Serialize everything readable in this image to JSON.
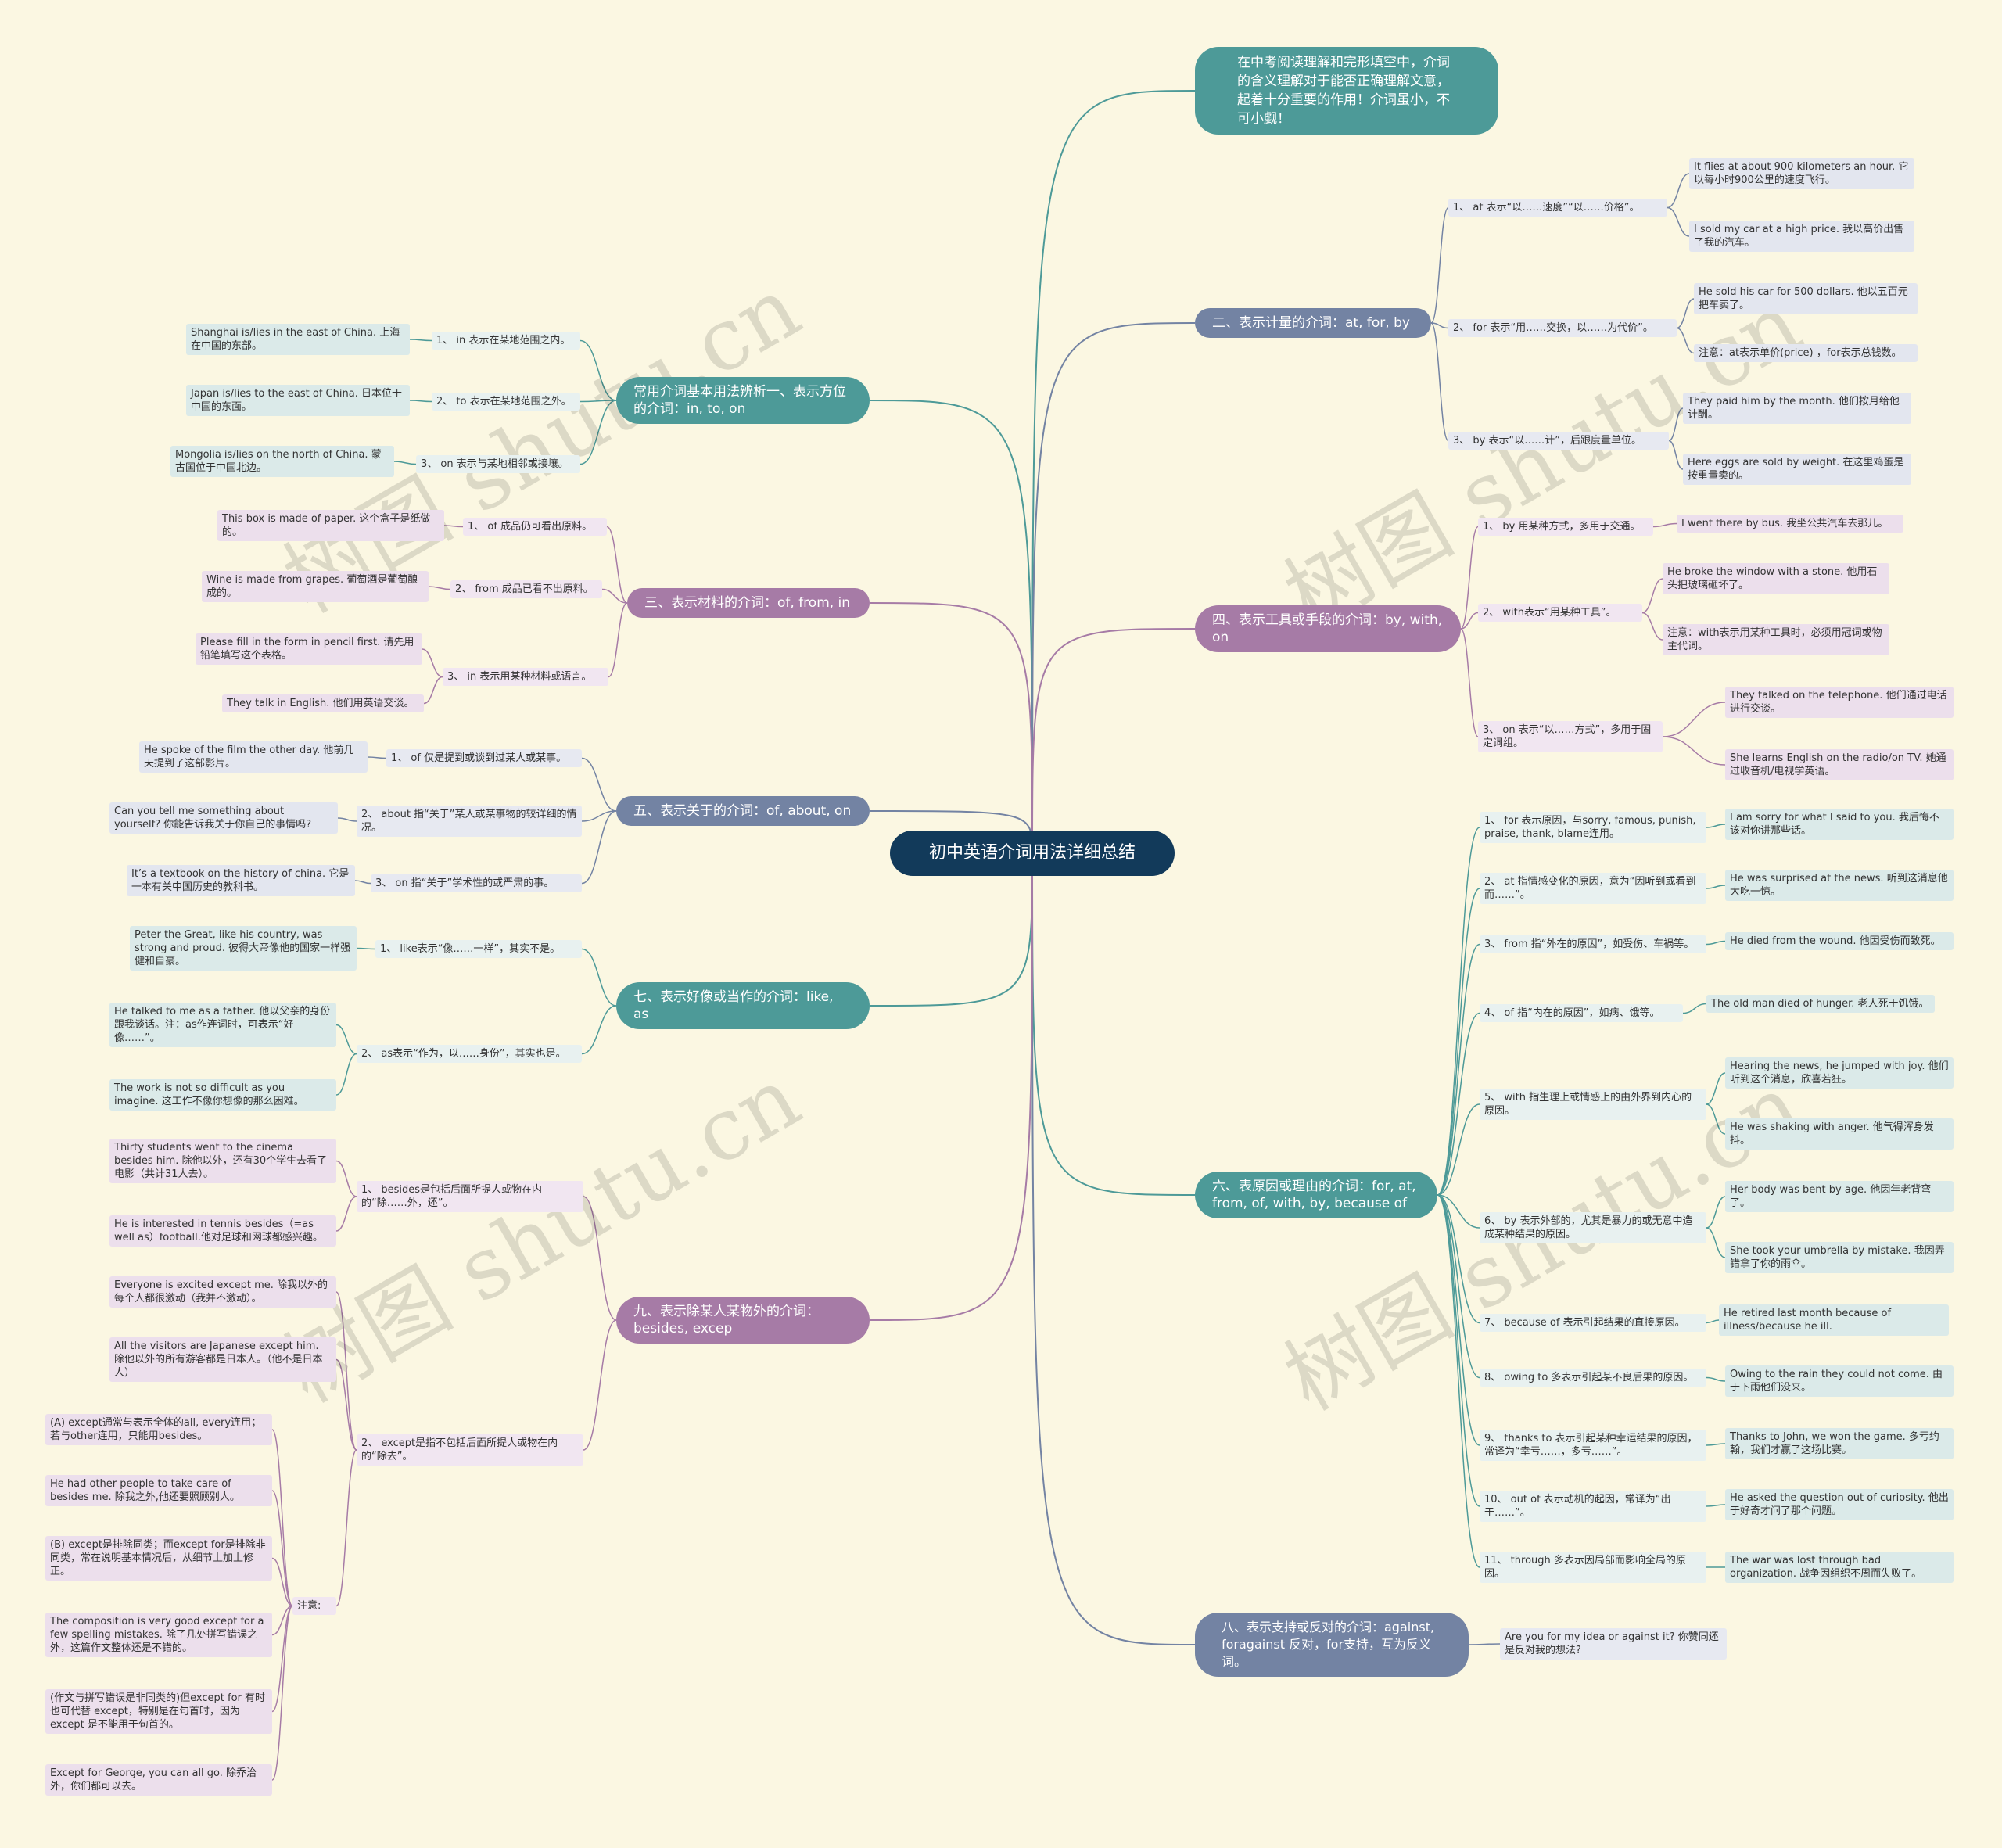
{
  "root": "初中英语介词用法详细总结",
  "intro": "在中考阅读理解和完形填空中，介词的含义理解对于能否正确理解文意，起着十分重要的作用！介词虽小，不可小觑！",
  "b1": {
    "title": "常用介词基本用法辨析一、表示方位的介词：in, to, on",
    "items": [
      {
        "label": "1、 in 表示在某地范围之内。",
        "ex": "Shanghai is/lies in the east of China. 上海在中国的东部。"
      },
      {
        "label": "2、 to 表示在某地范围之外。",
        "ex": "Japan is/lies to the east of China. 日本位于中国的东面。"
      },
      {
        "label": "3、 on 表示与某地相邻或接壤。",
        "ex": "Mongolia is/lies on the north of China. 蒙古国位于中国北边。"
      }
    ]
  },
  "b2": {
    "title": "二、表示计量的介词：at, for, by",
    "items": [
      {
        "label": "1、 at 表示“以……速度”“以……价格”。",
        "ex": [
          "It flies at about 900 kilometers an hour. 它以每小时900公里的速度飞行。",
          "I sold my car at a high price. 我以高价出售了我的汽车。"
        ]
      },
      {
        "label": "2、 for 表示“用……交换，以……为代价”。",
        "ex": [
          "He sold his car for 500 dollars. 他以五百元把车卖了。",
          "注意：at表示单价(price) ，for表示总钱数。"
        ]
      },
      {
        "label": "3、 by 表示“以……计”，后跟度量单位。",
        "ex": [
          "They paid him by the month. 他们按月给他计酬。",
          "Here eggs are sold by weight. 在这里鸡蛋是按重量卖的。"
        ]
      }
    ]
  },
  "b3": {
    "title": "三、表示材料的介词：of, from, in",
    "items": [
      {
        "label": "1、 of 成品仍可看出原料。",
        "ex": "This box is made of paper. 这个盒子是纸做的。"
      },
      {
        "label": "2、 from 成品已看不出原料。",
        "ex": "Wine is made from grapes. 葡萄酒是葡萄酿成的。"
      },
      {
        "label": "3、 in 表示用某种材料或语言。",
        "ex": [
          "Please fill in the form in pencil first. 请先用铅笔填写这个表格。",
          "They talk in English. 他们用英语交谈。"
        ]
      }
    ]
  },
  "b4": {
    "title": "四、表示工具或手段的介词：by, with, on",
    "items": [
      {
        "label": "1、 by 用某种方式，多用于交通。",
        "ex": [
          "I went there by bus. 我坐公共汽车去那儿。"
        ]
      },
      {
        "label": "2、 with表示“用某种工具”。",
        "ex": [
          "He broke the window with a stone. 他用石头把玻璃砸坏了。",
          "注意：with表示用某种工具时，必须用冠词或物主代词。"
        ]
      },
      {
        "label": "3、 on 表示“以……方式”，多用于固定词组。",
        "ex": [
          "They talked on the telephone. 他们通过电话进行交谈。",
          "She learns English on the radio/on TV. 她通过收音机/电视学英语。"
        ]
      }
    ]
  },
  "b5": {
    "title": "五、表示关于的介词：of, about, on",
    "items": [
      {
        "label": "1、 of 仅是提到或谈到过某人或某事。",
        "ex": "He spoke of the film the other day. 他前几天提到了这部影片。"
      },
      {
        "label": "2、 about 指“关于”某人或某事物的较详细的情况。",
        "ex": "Can you tell me something about yourself? 你能告诉我关于你自己的事情吗?"
      },
      {
        "label": "3、 on 指“关于”学术性的或严肃的事。",
        "ex": "It’s a textbook on the history of china. 它是一本有关中国历史的教科书。"
      }
    ]
  },
  "b6": {
    "title": "六、表原因或理由的介词：for, at, from, of, with, by, because of",
    "items": [
      {
        "label": "1、 for 表示原因，与sorry, famous, punish, praise, thank, blame连用。",
        "ex": [
          "I am sorry for what I said to you. 我后悔不该对你讲那些话。"
        ]
      },
      {
        "label": "2、 at 指情感变化的原因，意为“因听到或看到而……”。",
        "ex": [
          "He was surprised at the news. 听到这消息他大吃一惊。"
        ]
      },
      {
        "label": "3、 from 指“外在的原因”，如受伤、车祸等。",
        "ex": [
          "He died from the wound. 他因受伤而致死。"
        ]
      },
      {
        "label": "4、 of 指“内在的原因”，如病、饿等。",
        "ex": [
          "The old man died of hunger. 老人死于饥饿。"
        ]
      },
      {
        "label": "5、 with 指生理上或情感上的由外界到内心的原因。",
        "ex": [
          "Hearing the news, he jumped with joy. 他们听到这个消息，欣喜若狂。",
          "He was shaking with anger. 他气得浑身发抖。"
        ]
      },
      {
        "label": "6、 by 表示外部的，尤其是暴力的或无意中造成某种结果的原因。",
        "ex": [
          "Her body was bent by age. 他因年老背弯了。",
          "She took your umbrella by mistake. 我因弄错拿了你的雨伞。"
        ]
      },
      {
        "label": "7、 because of 表示引起结果的直接原因。",
        "ex": [
          "He retired last month because of illness/because he ill."
        ]
      },
      {
        "label": "8、 owing to 多表示引起某不良后果的原因。",
        "ex": [
          "Owing to the rain they could not come. 由于下雨他们没来。"
        ]
      },
      {
        "label": "9、 thanks to 表示引起某种幸运结果的原因，常译为“幸亏……，多亏……”。",
        "ex": [
          "Thanks to John, we won the game. 多亏约翰，我们才赢了这场比赛。"
        ]
      },
      {
        "label": "10、 out of 表示动机的起因，常译为“出于……”。",
        "ex": [
          "He asked the question out of curiosity. 他出于好奇才问了那个问题。"
        ]
      },
      {
        "label": "11、 through 多表示因局部而影响全局的原因。",
        "ex": [
          "The war was lost through bad organization. 战争因组织不周而失败了。"
        ]
      }
    ]
  },
  "b7": {
    "title": "七、表示好像或当作的介词：like, as",
    "items": [
      {
        "label": "1、 like表示“像……一样”，其实不是。",
        "ex": [
          "Peter the Great, like his country, was strong and proud. 彼得大帝像他的国家一样强健和自豪。"
        ]
      },
      {
        "label": "2、 as表示“作为，以……身份”，其实也是。",
        "ex": [
          "He talked to me as a father. 他以父亲的身份跟我谈话。注：as作连词时，可表示“好像……”。",
          "The work is not so difficult as you imagine. 这工作不像你想像的那么困难。"
        ]
      }
    ]
  },
  "b8": {
    "title": "八、表示支持或反对的介词：against, foragainst 反对，for支持，互为反义词。",
    "items": [
      {
        "ex": "Are you for my idea or against it? 你赞同还是反对我的想法?"
      }
    ]
  },
  "b9": {
    "title": "九、表示除某人某物外的介词：besides, excep",
    "items": [
      {
        "label": "1、 besides是包括后面所提人或物在内的“除……外，还”。",
        "ex": [
          "Thirty students went to the cinema besides him. 除他以外，还有30个学生去看了电影（共计31人去）。",
          "He is interested in tennis besides（=as well as）football.他对足球和网球都感兴趣。"
        ]
      },
      {
        "label": "2、 except是指不包括后面所提人或物在内的“除去”。",
        "ex": [
          "Everyone is excited except me. 除我以外的每个人都很激动（我并不激动）。",
          "All the visitors are Japanese except him. 除他以外的所有游客都是日本人。（他不是日本人）"
        ],
        "note": {
          "label": "注意:",
          "ex": [
            "(A) except通常与表示全体的all, every连用；若与other连用，只能用besides。",
            "He had other people to take care of besides me. 除我之外,他还要照顾别人。",
            "(B) except是排除同类；而except for是排除非同类，常在说明基本情况后，从细节上加上修正。",
            "The composition is very good except for a few spelling mistakes. 除了几处拼写错误之外，这篇作文整体还是不错的。",
            "(作文与拼写错误是非同类的)但except for 有时也可代替 except，特别是在句首时，因为except 是不能用于句首的。",
            "Except for George, you can all go. 除乔治外，你们都可以去。"
          ]
        }
      }
    ]
  },
  "colors": {
    "teal": "#4d9a98",
    "purple": "#a67ba6",
    "slate": "#7383a3",
    "root": "#123a5a"
  },
  "watermark": "树图 shutu.cn"
}
